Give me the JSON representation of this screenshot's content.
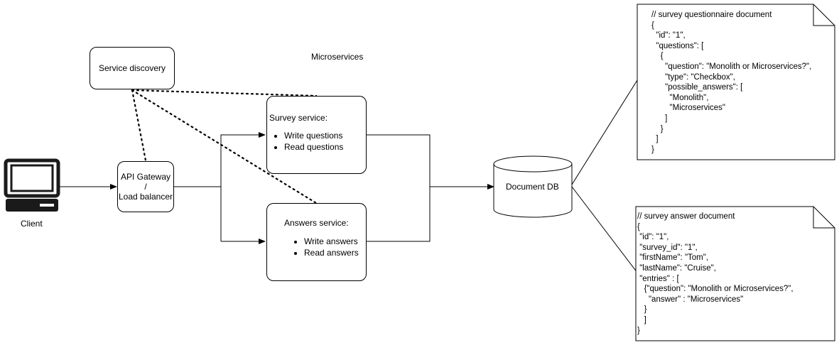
{
  "title": "Microservices",
  "client": {
    "label": "Client"
  },
  "service_discovery": {
    "label": "Service discovery"
  },
  "api_gateway": {
    "line1": "API Gateway",
    "line2": "/",
    "line3": "Load balancer"
  },
  "survey_service": {
    "title": "Survey service:",
    "items": [
      "Write questions",
      "Read questions"
    ]
  },
  "answers_service": {
    "title": "Answers service:",
    "items": [
      "Write answers",
      "Read answers"
    ]
  },
  "document_db": {
    "label": "Document DB"
  },
  "questionnaire_doc": {
    "text": "// survey questionnaire document\n{\n  \"id\": \"1\",\n  \"questions\": [\n    {\n      \"question\": \"Monolith or Microservices?\",\n      \"type\": \"Checkbox\",\n      \"possible_answers\": [\n        \"Monolith\",\n        \"Microservices\"\n      ]\n    }\n  ]\n}"
  },
  "answer_doc": {
    "text": "// survey answer document\n{\n \"id\": \"1\",\n \"survey_id\": \"1\",\n \"firstName\": \"Tom\",\n \"lastName\": \"Cruise\",\n \"entries\" : [\n   {\"question\": \"Monolith or Microservices?\",\n     \"answer\" : \"Microservices\"\n   }\n   ]\n}"
  }
}
